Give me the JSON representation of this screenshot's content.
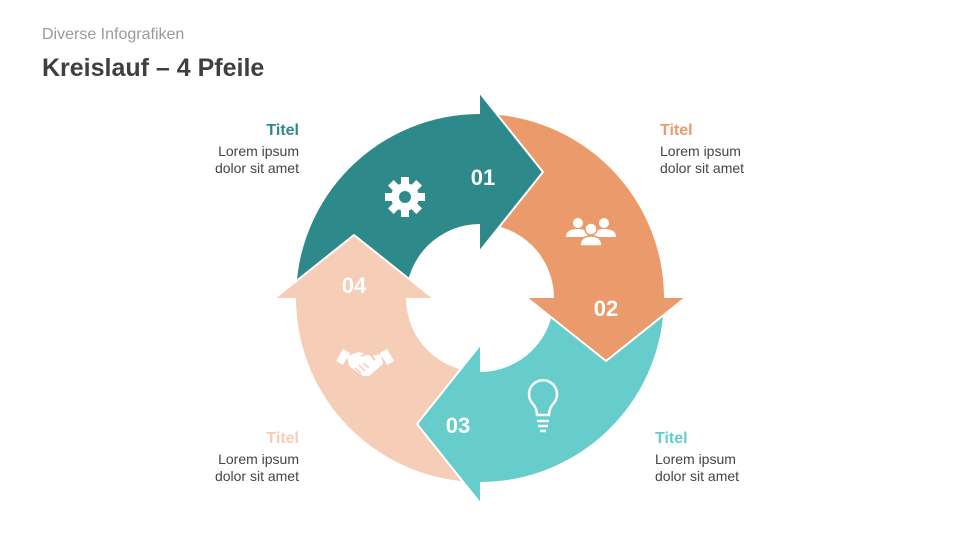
{
  "header": {
    "subtitle": "Diverse Infografiken",
    "title": "Kreislauf – 4 Pfeile"
  },
  "steps": [
    {
      "number": "01",
      "title": "Titel",
      "line1": "Lorem ipsum",
      "line2": "dolor sit amet",
      "color": "#2e8a8a",
      "icon": "gear-icon"
    },
    {
      "number": "02",
      "title": "Titel",
      "line1": "Lorem ipsum",
      "line2": "dolor sit amet",
      "color": "#eb9b6b",
      "icon": "people-icon"
    },
    {
      "number": "03",
      "title": "Titel",
      "line1": "Lorem ipsum",
      "line2": "dolor sit amet",
      "color": "#66cccc",
      "icon": "lightbulb-icon"
    },
    {
      "number": "04",
      "title": "Titel",
      "line1": "Lorem ipsum",
      "line2": "dolor sit amet",
      "color": "#f6cdb6",
      "icon": "handshake-icon"
    }
  ]
}
